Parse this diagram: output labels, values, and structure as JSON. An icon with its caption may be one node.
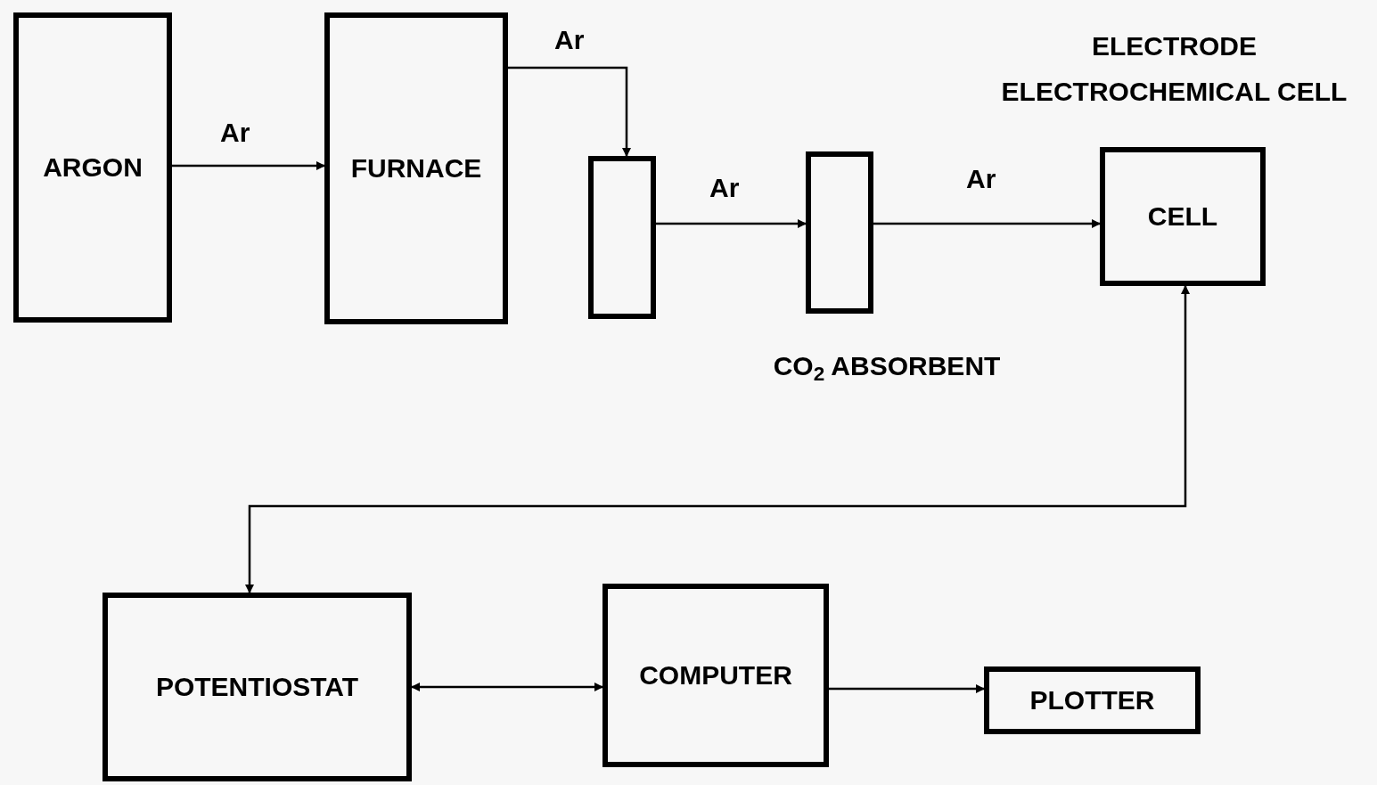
{
  "diagram": {
    "nodes": [
      {
        "text": [
          "ARGON"
        ]
      },
      {
        "text": [
          "FURNACE"
        ]
      },
      {
        "text": [],
        "shape": "box"
      },
      {
        "text": [],
        "shape": "box",
        "beside": [
          "CO$_{2}$ ABSORBENT"
        ]
      },
      {
        "text": [
          "CELL"
        ],
        "beside": [
          "ELECTRODE ELECTROCHEMICAL CELL"
        ]
      },
      {
        "text": [
          "POTENTIOSTAT"
        ]
      },
      {
        "text": [
          "COMPUTER"
        ]
      },
      {
        "text": [
          "PLOTTER"
        ]
      }
    ],
    "edges": [
      {
        "from": 0,
        "to": 1,
        "arrow": "to",
        "label": "Ar"
      },
      {
        "from": 1,
        "to": 2,
        "arrow": "to",
        "label": "Ar"
      },
      {
        "from": 2,
        "to": 3,
        "arrow": "to",
        "label": "Ar"
      },
      {
        "from": 3,
        "to": 4,
        "arrow": "to",
        "label": "Ar"
      },
      {
        "from": 4,
        "to": 5,
        "arrow": "both"
      },
      {
        "from": 5,
        "to": 6,
        "arrow": "both"
      },
      {
        "from": 6,
        "to": 7,
        "arrow": "to"
      }
    ]
  }
}
